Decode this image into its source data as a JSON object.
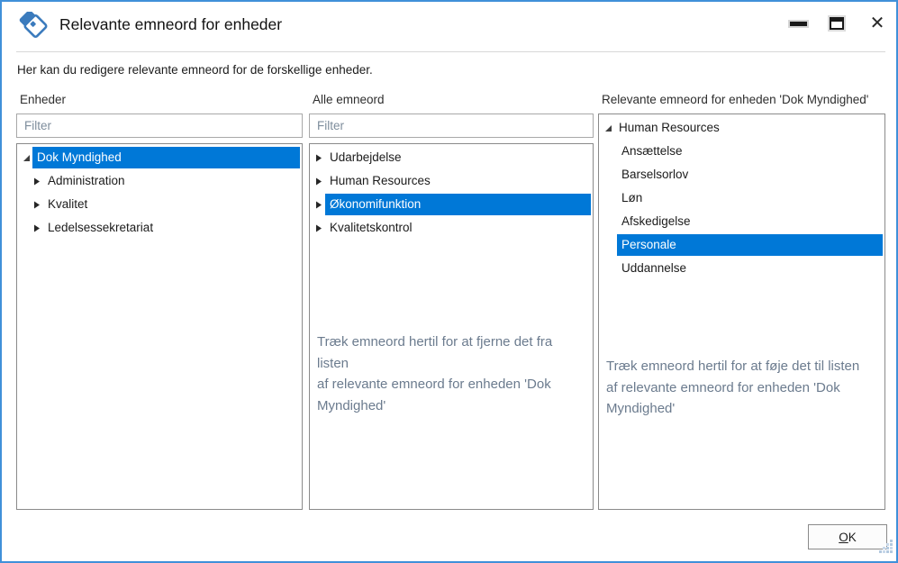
{
  "titlebar": {
    "title": "Relevante emneord for enheder",
    "icons": {
      "app": "tags-icon",
      "minimize": "minimize-icon",
      "maximize": "maximize-icon",
      "close": "close-icon"
    }
  },
  "subtitle": "Her kan du redigere relevante emneord for de forskellige enheder.",
  "colors": {
    "selection": "#0078d7",
    "window_border": "#4090d9",
    "hint_text": "#6b7b8e",
    "icon_blue": "#3b7bbd"
  },
  "panels": {
    "enheder": {
      "header": "Enheder",
      "filter_placeholder": "Filter",
      "items": [
        {
          "label": "Dok Myndighed",
          "level": 0,
          "expander": "expanded",
          "selected": true
        },
        {
          "label": "Administration",
          "level": 1,
          "expander": "collapsed",
          "selected": false
        },
        {
          "label": "Kvalitet",
          "level": 1,
          "expander": "collapsed",
          "selected": false
        },
        {
          "label": "Ledelsessekretariat",
          "level": 1,
          "expander": "collapsed",
          "selected": false
        }
      ]
    },
    "alle_emneord": {
      "header": "Alle emneord",
      "filter_placeholder": "Filter",
      "items": [
        {
          "label": "Udarbejdelse",
          "level": 0,
          "expander": "collapsed",
          "selected": false
        },
        {
          "label": "Human Resources",
          "level": 0,
          "expander": "collapsed",
          "selected": false
        },
        {
          "label": "Økonomifunktion",
          "level": 0,
          "expander": "collapsed",
          "selected": true
        },
        {
          "label": "Kvalitetskontrol",
          "level": 0,
          "expander": "collapsed",
          "selected": false
        }
      ],
      "drag_hint": [
        "Træk emneord hertil for at fjerne det fra listen",
        "af relevante emneord for enheden 'Dok Myndighed'"
      ]
    },
    "relevante": {
      "header": "Relevante emneord for enheden 'Dok Myndighed'",
      "items": [
        {
          "label": "Human Resources",
          "level": 0,
          "expander": "expanded",
          "selected": false
        },
        {
          "label": "Ansættelse",
          "level": 1,
          "expander": "none",
          "selected": false
        },
        {
          "label": "Barselsorlov",
          "level": 1,
          "expander": "none",
          "selected": false
        },
        {
          "label": "Løn",
          "level": 1,
          "expander": "none",
          "selected": false
        },
        {
          "label": "Afskedigelse",
          "level": 1,
          "expander": "none",
          "selected": false
        },
        {
          "label": "Personale",
          "level": 1,
          "expander": "none",
          "selected": true
        },
        {
          "label": "Uddannelse",
          "level": 1,
          "expander": "none",
          "selected": false
        }
      ],
      "drag_hint": [
        "Træk emneord hertil for at føje det til listen",
        "af relevante emneord for enheden 'Dok Myndighed'"
      ]
    }
  },
  "footer": {
    "ok_label": "OK"
  }
}
